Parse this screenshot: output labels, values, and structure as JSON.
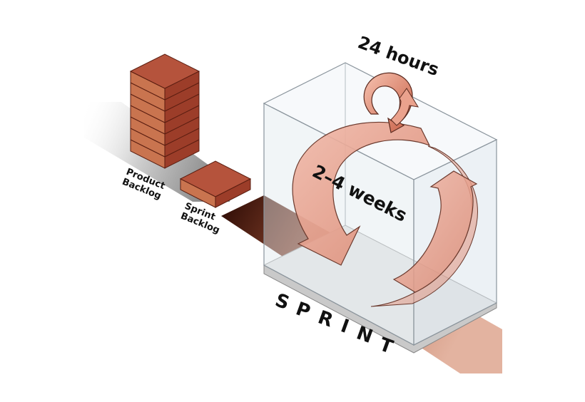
{
  "diagram": {
    "product_backlog": {
      "line1": "Product",
      "line2": "Backlog"
    },
    "sprint_backlog": {
      "line1": "Sprint",
      "line2": "Backlog"
    },
    "sprint": {
      "letters": [
        "S",
        "P",
        "R",
        "I",
        "N",
        "T"
      ]
    },
    "daily_cycle_label": "24 hours",
    "sprint_cycle_label": "2–4 weeks",
    "colors": {
      "brick_top": "#b5533c",
      "brick_left": "#c9744f",
      "brick_right": "#9c3d29",
      "arrow_fill": "#e9a393",
      "box_glass": "#dfe8ee",
      "band_dark": "#3a1208"
    }
  }
}
